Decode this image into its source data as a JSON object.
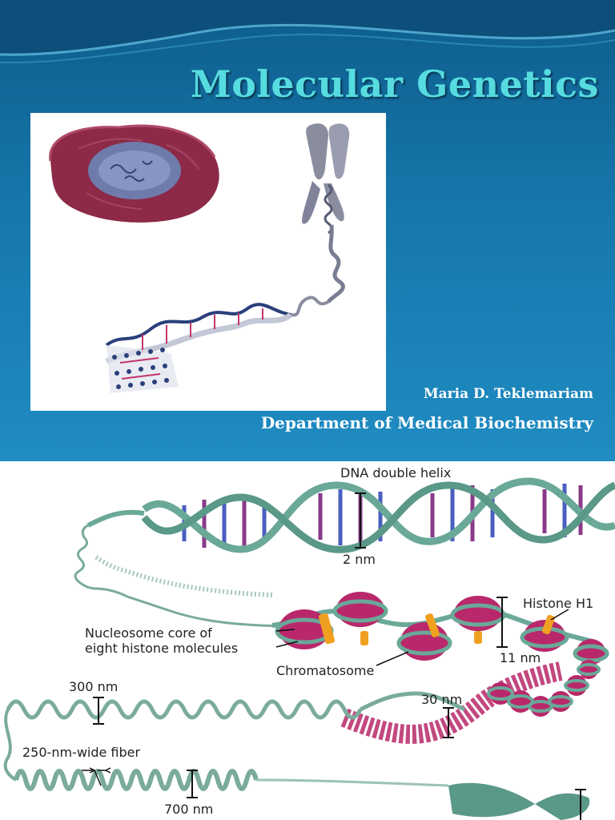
{
  "slide1": {
    "title": "Molecular Genetics",
    "author": "Maria D. Teklemariam",
    "department": "Department of Medical Biochemistry"
  },
  "slide2": {
    "labels": {
      "dna_double_helix": "DNA double helix",
      "two_nm": "2 nm",
      "histone_h1": "Histone H1",
      "nucleosome_core_line1": "Nucleosome core of",
      "nucleosome_core_line2": "eight histone molecules",
      "chromatosome": "Chromatosome",
      "eleven_nm": "11 nm",
      "three_hundred_nm": "300 nm",
      "thirty_nm": "30 nm",
      "fiber_250": "250-nm-wide fiber",
      "seven_hundred_nm": "700 nm"
    }
  },
  "colors": {
    "title": "#56dce0",
    "helix_backbone": "#6aa898",
    "base_pair_blue": "#4a5fc0",
    "base_pair_purple": "#8a3a8a",
    "histone": "#b8286a",
    "linker": "#f0a020"
  }
}
